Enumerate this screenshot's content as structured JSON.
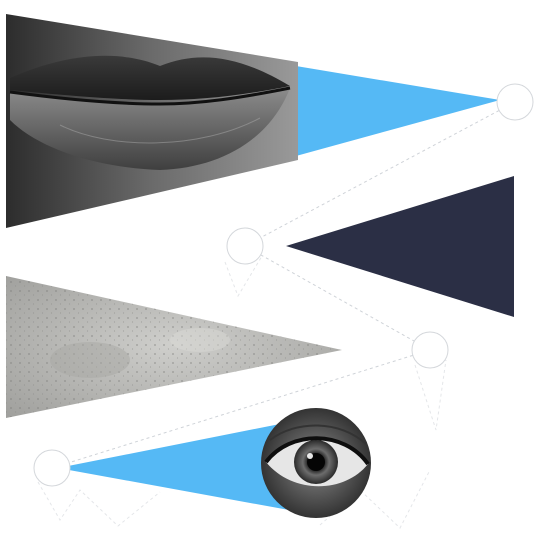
{
  "colors": {
    "background": "#ffffff",
    "accent_blue": "#55b9f5",
    "navy": "#2b2f45",
    "connector_line": "#cfd3d8",
    "node_stroke": "#d4d7db",
    "photo_dark": "#1e1e1e",
    "photo_light": "#bdbdbd",
    "concrete": "#b9b9b7"
  },
  "elements": {
    "lips_photo": "lips-photo",
    "blue_beam_top": "blue-triangle",
    "node_top_right": "connector-node",
    "node_mid_left": "connector-node",
    "navy_triangle": "navy-triangle",
    "concrete_photo": "concrete-texture",
    "node_mid_right": "connector-node",
    "node_bottom_left": "connector-node",
    "blue_beam_bottom": "blue-triangle",
    "eye_photo": "eye-photo"
  }
}
